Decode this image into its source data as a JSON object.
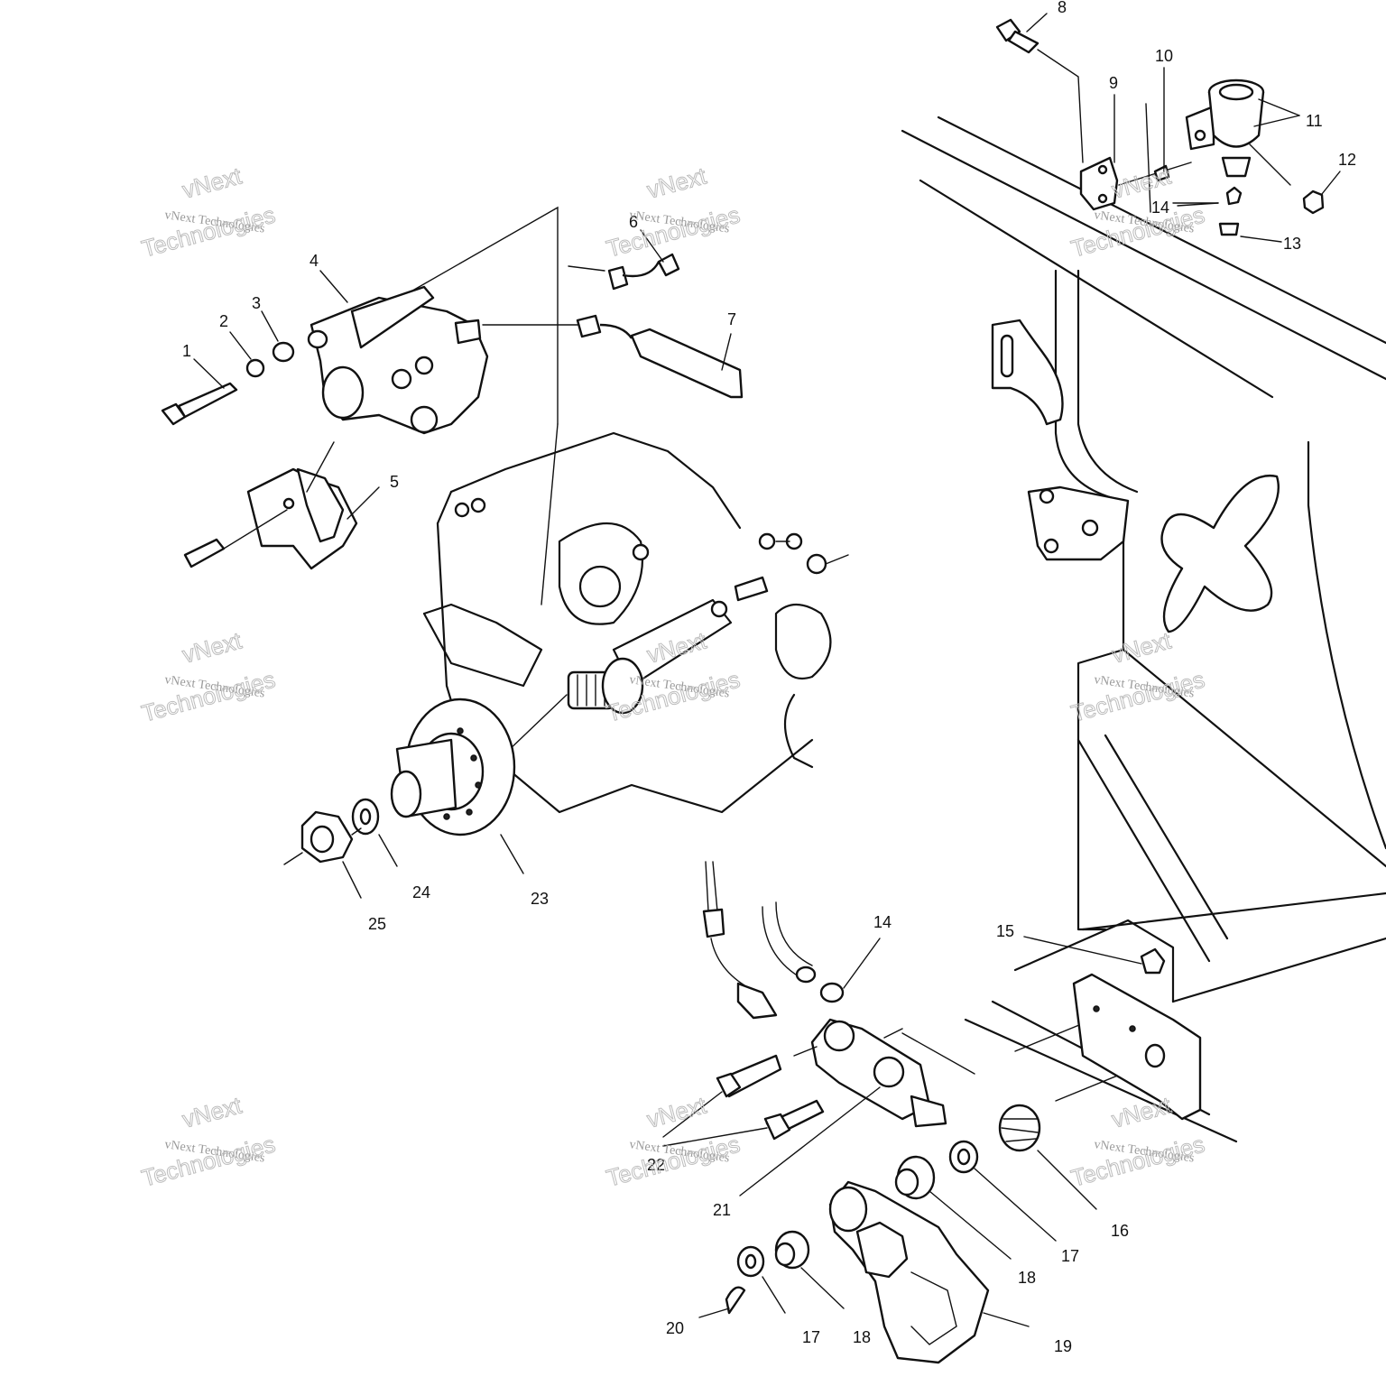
{
  "callouts": {
    "c1": "1",
    "c2": "2",
    "c3": "3",
    "c4": "4",
    "c5": "5",
    "c6": "6",
    "c7": "7",
    "c8": "8",
    "c9": "9",
    "c10": "10",
    "c11": "11",
    "c12": "12",
    "c13": "13",
    "c14a": "14",
    "c14b": "14",
    "c15": "15",
    "c16": "16",
    "c17a": "17",
    "c17b": "17",
    "c18a": "18",
    "c18b": "18",
    "c19": "19",
    "c20": "20",
    "c21": "21",
    "c22": "22",
    "c23": "23",
    "c24": "24",
    "c25": "25"
  },
  "watermark": {
    "line1": "vNext Technologies",
    "line2": "Technologies",
    "overlay": "vNext"
  },
  "colors": {
    "line": "#111111",
    "background": "#ffffff",
    "watermark": "#9a9a9a"
  }
}
